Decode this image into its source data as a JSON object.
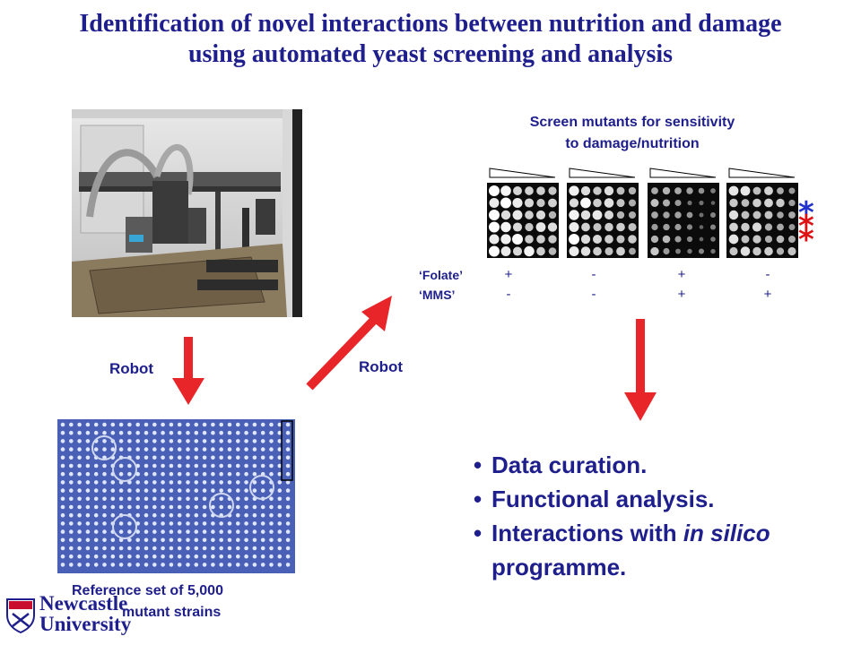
{
  "title": {
    "line1": "Identification of novel interactions between nutrition and damage",
    "line2": "using automated yeast screening and analysis"
  },
  "robot_label_1": "Robot",
  "robot_label_2": "Robot",
  "screen": {
    "title_line1": "Screen mutants for sensitivity",
    "title_line2": "to damage/nutrition",
    "folate_label": "‘Folate’",
    "mms_label": "‘MMS’",
    "folate_signs": [
      "+",
      "-",
      "+",
      "-"
    ],
    "mms_signs": [
      "-",
      "-",
      "+",
      "+"
    ],
    "star_colors": [
      "#2233cc",
      "#dd1111",
      "#dd1111"
    ]
  },
  "reference": {
    "line1": "Reference set of 5,000",
    "line2": "mutant strains"
  },
  "bullets": {
    "dot": "•",
    "item1": "Data curation.",
    "item2": "Functional analysis.",
    "item3_prefix": "Interactions with ",
    "item3_italic": "in silico",
    "item3_cont": "programme."
  },
  "logo": {
    "line1": "Newcastle",
    "line2": "University"
  },
  "colors": {
    "text_navy": "#1e1e8c",
    "arrow_red": "#e8262a",
    "plate_blue": "#4a5fb6",
    "star_red": "#dd1111",
    "star_blue": "#2233cc"
  },
  "icons": [
    "robot-photo",
    "yeast-plate",
    "growth-plate",
    "red-arrow",
    "star-marker",
    "university-crest"
  ]
}
